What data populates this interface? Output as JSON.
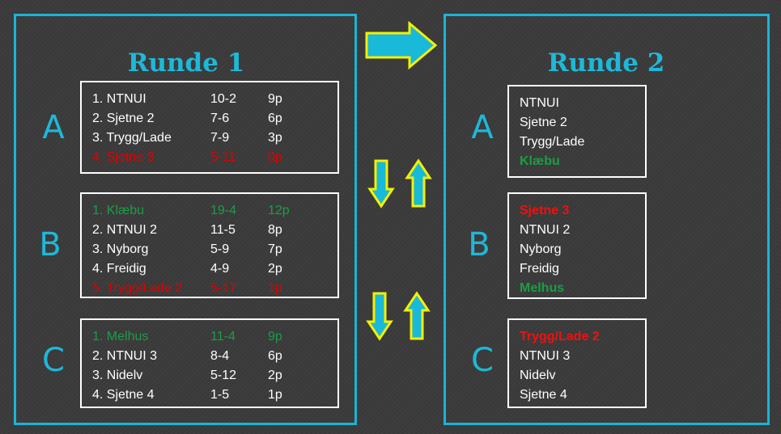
{
  "round1": {
    "title": "Runde 1",
    "groups": [
      {
        "letter": "A",
        "rows": [
          {
            "team": "1. NTNUI",
            "score": "10-2",
            "points": "9p",
            "status": "normal"
          },
          {
            "team": "2. Sjetne 2",
            "score": "7-6",
            "points": "6p",
            "status": "normal"
          },
          {
            "team": "3. Trygg/Lade",
            "score": "7-9",
            "points": "3p",
            "status": "normal"
          },
          {
            "team": "4. Sjetne 3",
            "score": "5-11",
            "points": "0p",
            "status": "relegated"
          }
        ]
      },
      {
        "letter": "B",
        "rows": [
          {
            "team": "1. Klæbu",
            "score": "19-4",
            "points": "12p",
            "status": "promoted"
          },
          {
            "team": "2. NTNUI 2",
            "score": "11-5",
            "points": "8p",
            "status": "normal"
          },
          {
            "team": "3. Nyborg",
            "score": "5-9",
            "points": "7p",
            "status": "normal"
          },
          {
            "team": "4. Freidig",
            "score": "4-9",
            "points": "2p",
            "status": "normal"
          },
          {
            "team": "5. Trygg/Lade 2",
            "score": "5-17",
            "points": "1p",
            "status": "relegated"
          }
        ]
      },
      {
        "letter": "C",
        "rows": [
          {
            "team": "1. Melhus",
            "score": "11-4",
            "points": "9p",
            "status": "promoted"
          },
          {
            "team": "2. NTNUI 3",
            "score": "8-4",
            "points": "6p",
            "status": "normal"
          },
          {
            "team": "3. Nidelv",
            "score": "5-12",
            "points": "2p",
            "status": "normal"
          },
          {
            "team": "4. Sjetne 4",
            "score": "1-5",
            "points": "1p",
            "status": "normal"
          }
        ]
      }
    ]
  },
  "round2": {
    "title": "Runde 2",
    "groups": [
      {
        "letter": "A",
        "rows": [
          {
            "team": "NTNUI",
            "status": "normal"
          },
          {
            "team": "Sjetne 2",
            "status": "normal"
          },
          {
            "team": "Trygg/Lade",
            "status": "normal"
          },
          {
            "team": "Klæbu",
            "status": "promoted"
          }
        ]
      },
      {
        "letter": "B",
        "rows": [
          {
            "team": "Sjetne 3",
            "status": "relegated"
          },
          {
            "team": "NTNUI 2",
            "status": "normal"
          },
          {
            "team": "Nyborg",
            "status": "normal"
          },
          {
            "team": "Freidig",
            "status": "normal"
          },
          {
            "team": "Melhus",
            "status": "promoted"
          }
        ]
      },
      {
        "letter": "C",
        "rows": [
          {
            "team": "Trygg/Lade 2",
            "status": "relegated"
          },
          {
            "team": "NTNUI 3",
            "status": "normal"
          },
          {
            "team": "Nidelv",
            "status": "normal"
          },
          {
            "team": "Sjetne 4",
            "status": "normal"
          }
        ]
      }
    ]
  },
  "colors": {
    "background": "#3a3a3a",
    "accent": "#1eb8d8",
    "arrow_fill": "#19b9d9",
    "arrow_outline": "#f5f000",
    "relegated": "#e00000",
    "promoted": "#1a9e45",
    "text": "#ffffff"
  },
  "icons": {
    "next_round": "arrow-right-icon",
    "relegation": "arrow-down-icon",
    "promotion": "arrow-up-icon"
  }
}
